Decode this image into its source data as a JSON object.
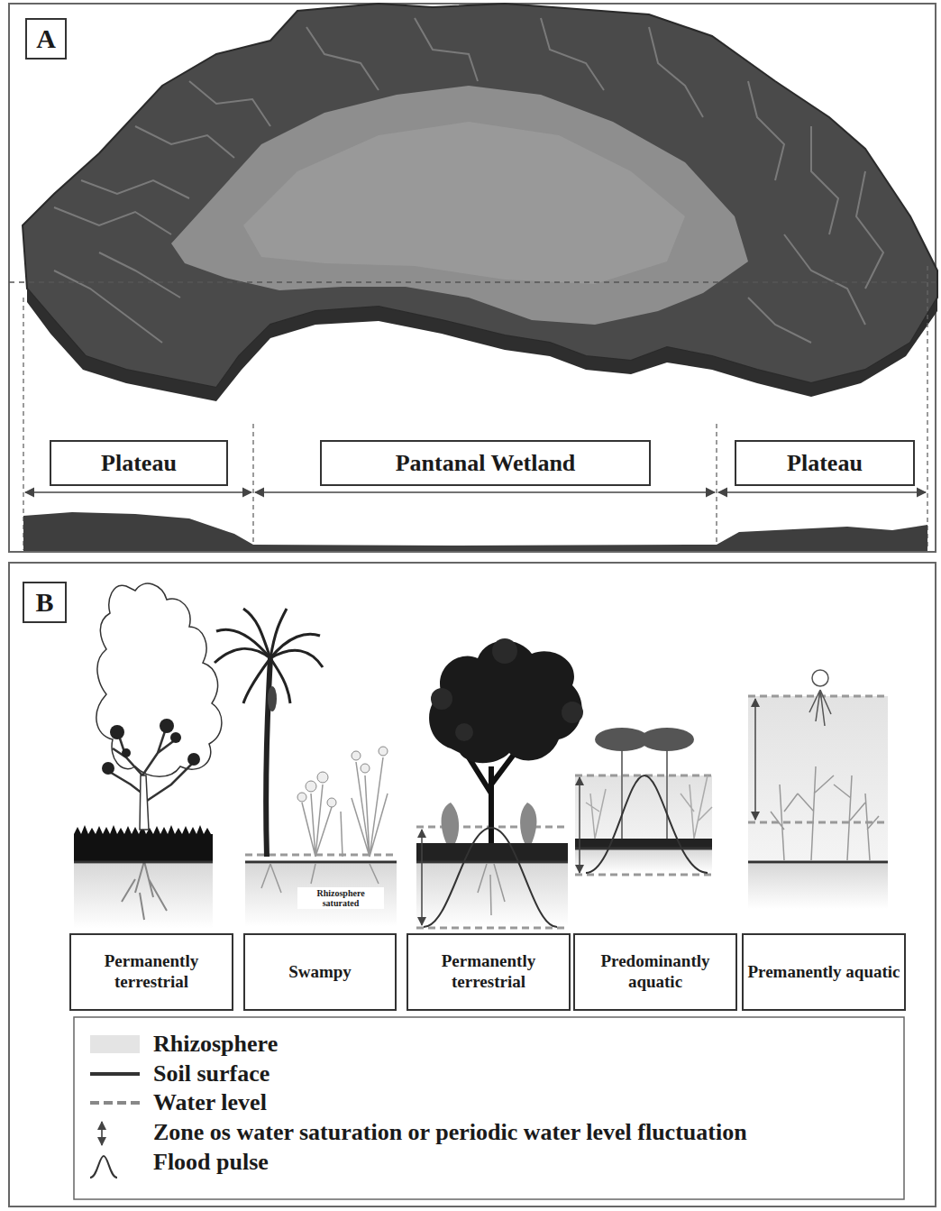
{
  "diagram": {
    "nodes": [
      {
        "text": [
          "A"
        ]
      },
      {
        "text": [
          "Plateau"
        ]
      },
      {
        "text": [
          "Pantanal Wetland"
        ]
      },
      {
        "text": [
          "Plateau"
        ]
      },
      {
        "text": [
          "B"
        ]
      },
      {
        "text": [
          "Permanently terrestrial"
        ]
      },
      {
        "text": [
          "Swampy"
        ]
      },
      {
        "text": [
          "Permanently terrestrial"
        ]
      },
      {
        "text": [
          "Predominantly aquatic"
        ]
      },
      {
        "text": [
          "Premanently aquatic"
        ]
      }
    ],
    "labels": [
      "Rhizosphere saturated"
    ],
    "legend": [
      {
        "text": "Rhizosphere",
        "color": "#e4e4e4"
      },
      {
        "text": "Soil surface"
      },
      {
        "text": "Water level"
      },
      {
        "text": "Zone os water saturation or periodic water level fluctuation"
      },
      {
        "text": "Flood pulse"
      }
    ]
  }
}
